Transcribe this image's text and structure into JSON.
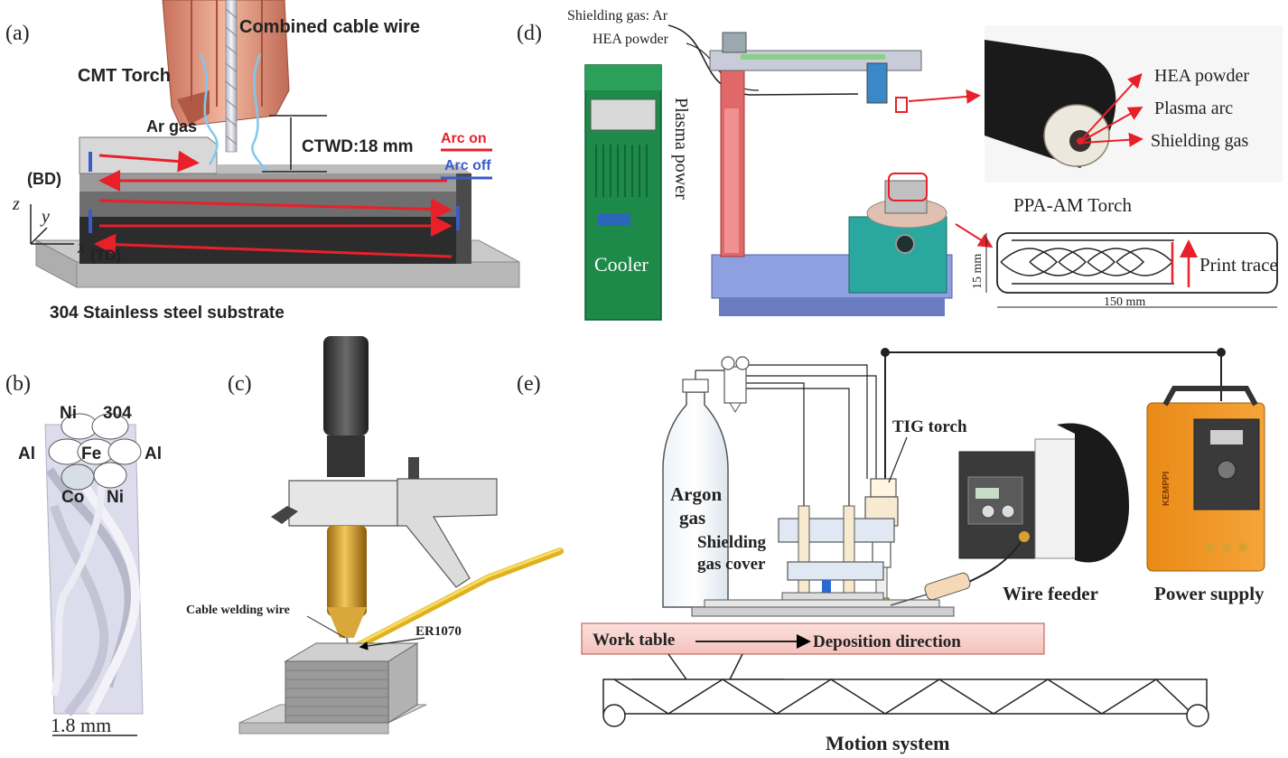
{
  "panel_a": {
    "letter": "(a)",
    "combined_cable_wire": "Combined cable wire",
    "cmt_torch": "CMT Torch",
    "ar_gas": "Ar gas",
    "ctwd": "CTWD:18 mm",
    "arc_on": "Arc on",
    "arc_off": "Arc off",
    "bd": "(BD)",
    "axis_z": "z",
    "axis_y": "y",
    "axis_x": "x",
    "td": "(TD)",
    "substrate": "304 Stainless steel substrate",
    "arc_on_color": "#e8202a",
    "arc_off_color": "#3a5cc8"
  },
  "panel_b": {
    "letter": "(b)",
    "wires": [
      "Ni",
      "304",
      "Al",
      "Fe",
      "Al",
      "Co",
      "Ni"
    ],
    "scale": "1.8 mm"
  },
  "panel_c": {
    "letter": "(c)",
    "cable_wire": "Cable welding wire",
    "er1070": "ER1070"
  },
  "panel_d": {
    "letter": "(d)",
    "shielding_gas": "Shielding gas: Ar",
    "hea_powder": "HEA powder",
    "plasma_power": "Plasma power",
    "cooler": "Cooler",
    "callout_hea": "HEA powder",
    "callout_plasma": "Plasma arc",
    "callout_shield": "Shielding gas",
    "torch_label": "PPA-AM Torch",
    "dim_15": "15 mm",
    "dim_150": "150 mm",
    "print_trace": "Print trace"
  },
  "panel_e": {
    "letter": "(e)",
    "tig_torch": "TIG torch",
    "argon": "Argon",
    "gas": "gas",
    "shielding": "Shielding",
    "gas_cover": "gas cover",
    "wire_feeder": "Wire feeder",
    "power_supply": "Power supply",
    "work_table": "Work table",
    "deposition": "Deposition direction",
    "motion": "Motion system",
    "brand": "KEMPPI"
  }
}
